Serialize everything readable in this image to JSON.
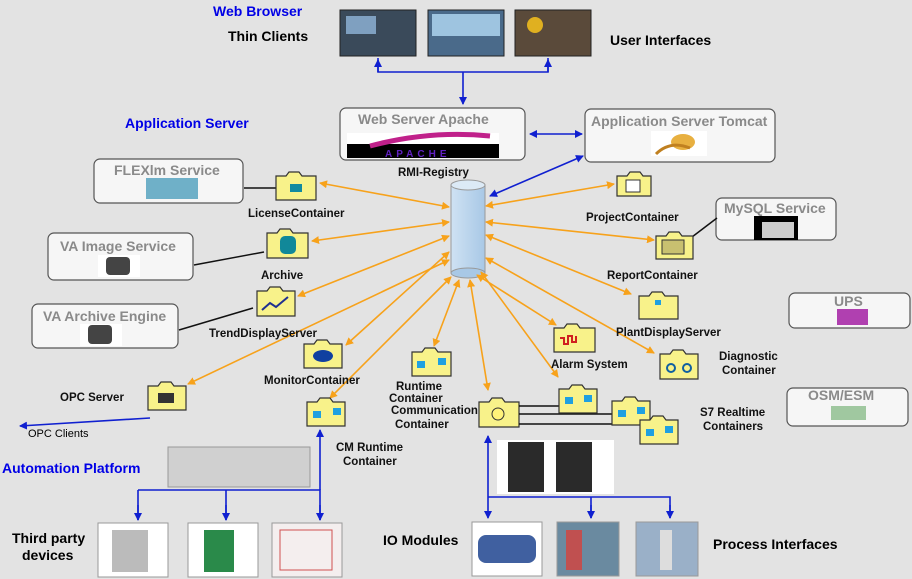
{
  "headings": {
    "web_browser": "Web Browser",
    "application_server": "Application Server",
    "automation_platform": "Automation  Platform"
  },
  "groups": {
    "thin_clients": "Thin Clients",
    "user_interfaces": "User Interfaces",
    "third_party_devices_1": "Third party",
    "third_party_devices_2": "devices",
    "io_modules": "IO Modules",
    "process_interfaces": "Process Interfaces",
    "opc_clients": "OPC Clients"
  },
  "services": {
    "web_server": "Web Server Apache",
    "app_server": "Application Server Tomcat",
    "flexlm": "FLEXlm Service",
    "va_image": "VA Image Service",
    "va_archive": "VA Archive Engine",
    "mysql": "MySQL Service",
    "ups": "UPS",
    "osm": "OSM/ESM",
    "apache_logo": "APACHE"
  },
  "registry": "RMI-Registry",
  "containers": {
    "license": "LicenseContainer",
    "archive": "Archive",
    "trend": "TrendDisplayServer",
    "monitor": "MonitorContainer",
    "opc": "OPC Server",
    "cm_runtime_1": "CM Runtime",
    "cm_runtime_2": "Container",
    "runtime_comm_1": "Runtime",
    "runtime_comm_2": "Container",
    "runtime_comm_3": "Communication",
    "runtime_comm_4": "Container",
    "alarm": "Alarm System",
    "project": "ProjectContainer",
    "report": "ReportContainer",
    "plant": "PlantDisplayServer",
    "diag_1": "Diagnostic",
    "diag_2": "Container",
    "s7_1": "S7 Realtime",
    "s7_2": "Containers"
  },
  "colors": {
    "background": "#e3e3e3",
    "heading": "#0000e6",
    "orange_link": "#f7a21b",
    "blue_link": "#1020d0",
    "folder": "#f8f28a",
    "registry": "#b8d4ec"
  }
}
